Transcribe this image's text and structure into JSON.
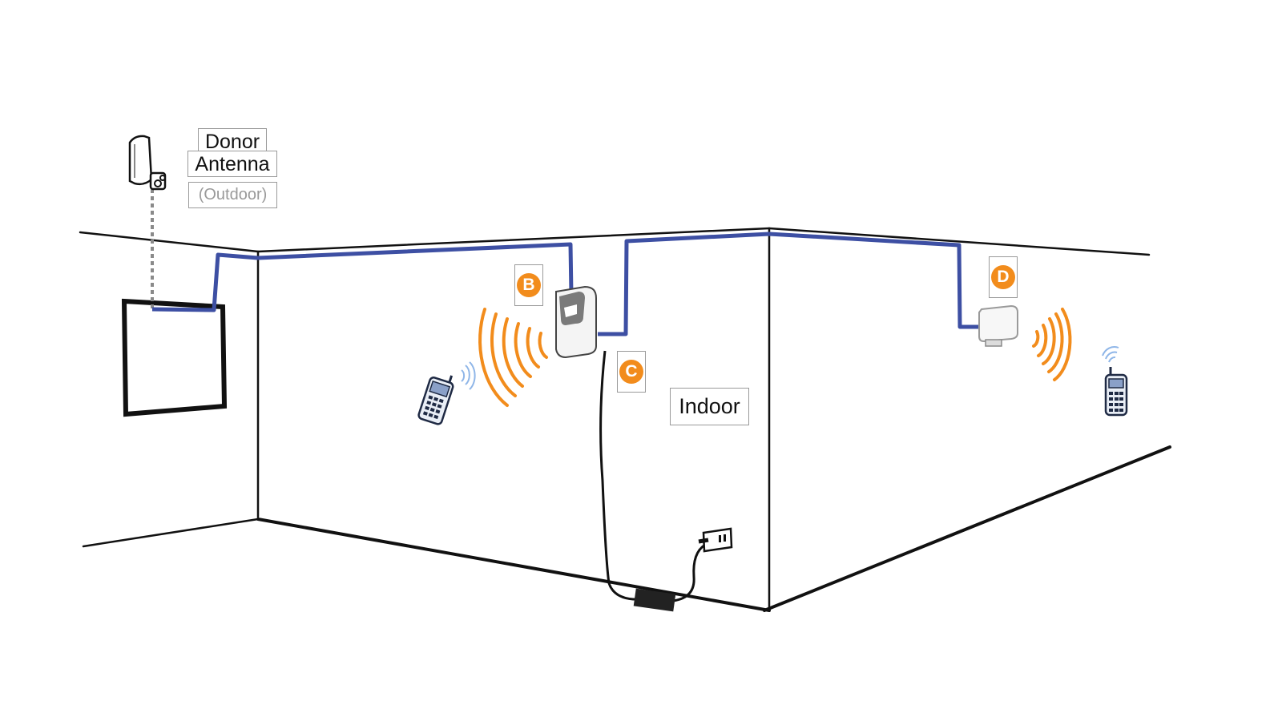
{
  "labels": {
    "donor": "Donor",
    "antenna": "Antenna",
    "outdoor": "(Outdoor)",
    "indoor": "Indoor"
  },
  "markers": {
    "b": "B",
    "c": "C",
    "d": "D"
  },
  "colors": {
    "cable": "#3d4fa3",
    "signal": "#f28c1c",
    "wall_line": "#111111",
    "label_border": "#9a9a9a",
    "outdoor_text": "#9a9a9a"
  },
  "icons": [
    "donor-antenna-icon",
    "repeater-unit-icon",
    "indoor-antenna-icon",
    "mobile-phone-icon",
    "power-adapter-icon",
    "wall-outlet-icon"
  ]
}
